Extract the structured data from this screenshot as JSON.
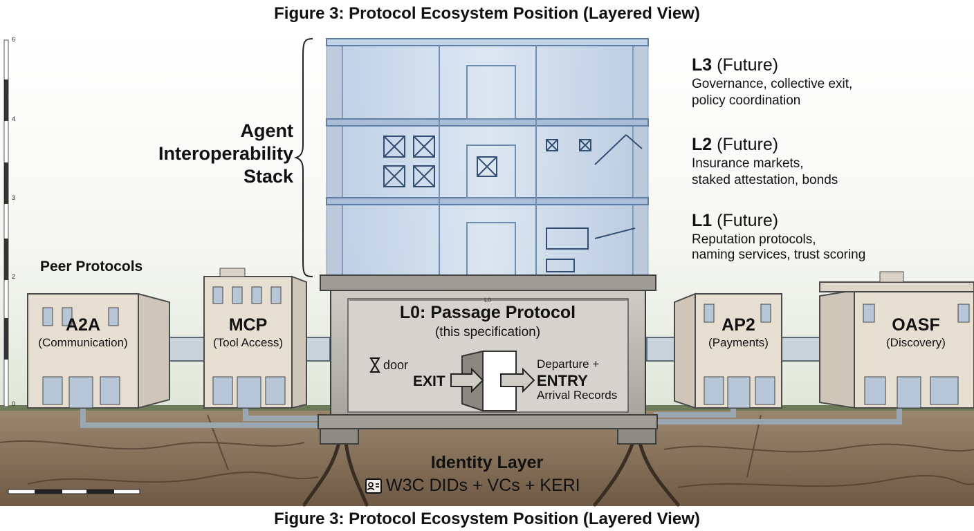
{
  "figure": {
    "title_top": "Figure 3: Protocol Ecosystem Position (Layered View)",
    "title_bottom": "Figure 3: Protocol Ecosystem Position (Layered View)"
  },
  "stack": {
    "label_line1": "Agent",
    "label_line2": "Interoperability",
    "label_line3": "Stack"
  },
  "layers": [
    {
      "id": "L3",
      "status": "(Future)",
      "line1": "Governance, collective exit,",
      "line2": "policy coordination"
    },
    {
      "id": "L2",
      "status": "(Future)",
      "line1": "Insurance markets,",
      "line2": "staked attestation, bonds"
    },
    {
      "id": "L1",
      "status": "(Future)",
      "line1": "Reputation protocols,",
      "line2": "naming services, trust scoring"
    }
  ],
  "l0": {
    "title": "L0: Passage Protocol",
    "subtitle": "(this specification)",
    "door_label": "door",
    "exit_label": "EXIT",
    "departure_label": "Departure +",
    "entry_label": "ENTRY",
    "arrival_label": "Arrival Records",
    "dim_label": "L0"
  },
  "peer_protocols": {
    "heading": "Peer Protocols",
    "items": [
      {
        "name": "A2A",
        "role": "(Communication)"
      },
      {
        "name": "MCP",
        "role": "(Tool Access)"
      },
      {
        "name": "AP2",
        "role": "(Payments)"
      },
      {
        "name": "OASF",
        "role": "(Discovery)"
      }
    ]
  },
  "identity": {
    "title": "Identity Layer",
    "stack": "W3C DIDs + VCs + KERI"
  },
  "scale_ruler": {
    "ticks": [
      "6",
      "4",
      "3",
      "2",
      "0"
    ]
  },
  "colors": {
    "glass": "#c9d9ec",
    "glass_edge": "#6f8db1",
    "concrete": "#b9b6b0",
    "earth": "#8a7159",
    "building": "#e7ded2"
  }
}
